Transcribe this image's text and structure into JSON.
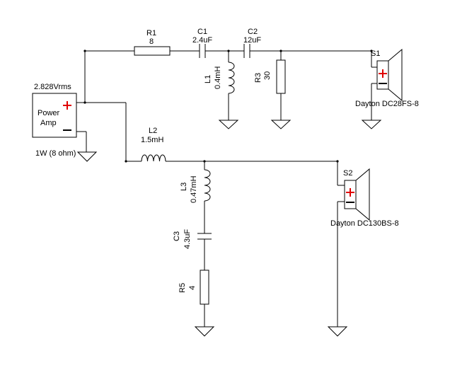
{
  "amplifier": {
    "voltage_label": "2.828Vrms",
    "name_line1": "Power",
    "name_line2": "Amp",
    "power_label": "1W (8 ohm)",
    "polarity_colors": {
      "plus": "#e00000",
      "minus": "#000000"
    }
  },
  "components": {
    "r1": {
      "ref": "R1",
      "value": "8"
    },
    "c1": {
      "ref": "C1",
      "value": "2.4uF"
    },
    "c2": {
      "ref": "C2",
      "value": "12uF"
    },
    "l1": {
      "ref": "L1",
      "value": "0.4mH"
    },
    "r3": {
      "ref": "R3",
      "value": "30"
    },
    "l2": {
      "ref": "L2",
      "value": "1.5mH"
    },
    "l3": {
      "ref": "L3",
      "value": "0.47mH"
    },
    "c3": {
      "ref": "C3",
      "value": "4.3uF"
    },
    "r5": {
      "ref": "R5",
      "value": "4"
    }
  },
  "speakers": {
    "s1": {
      "ref": "S1",
      "model": "Dayton DC28FS-8"
    },
    "s2": {
      "ref": "S2",
      "model": "Dayton DC130BS-8"
    }
  }
}
